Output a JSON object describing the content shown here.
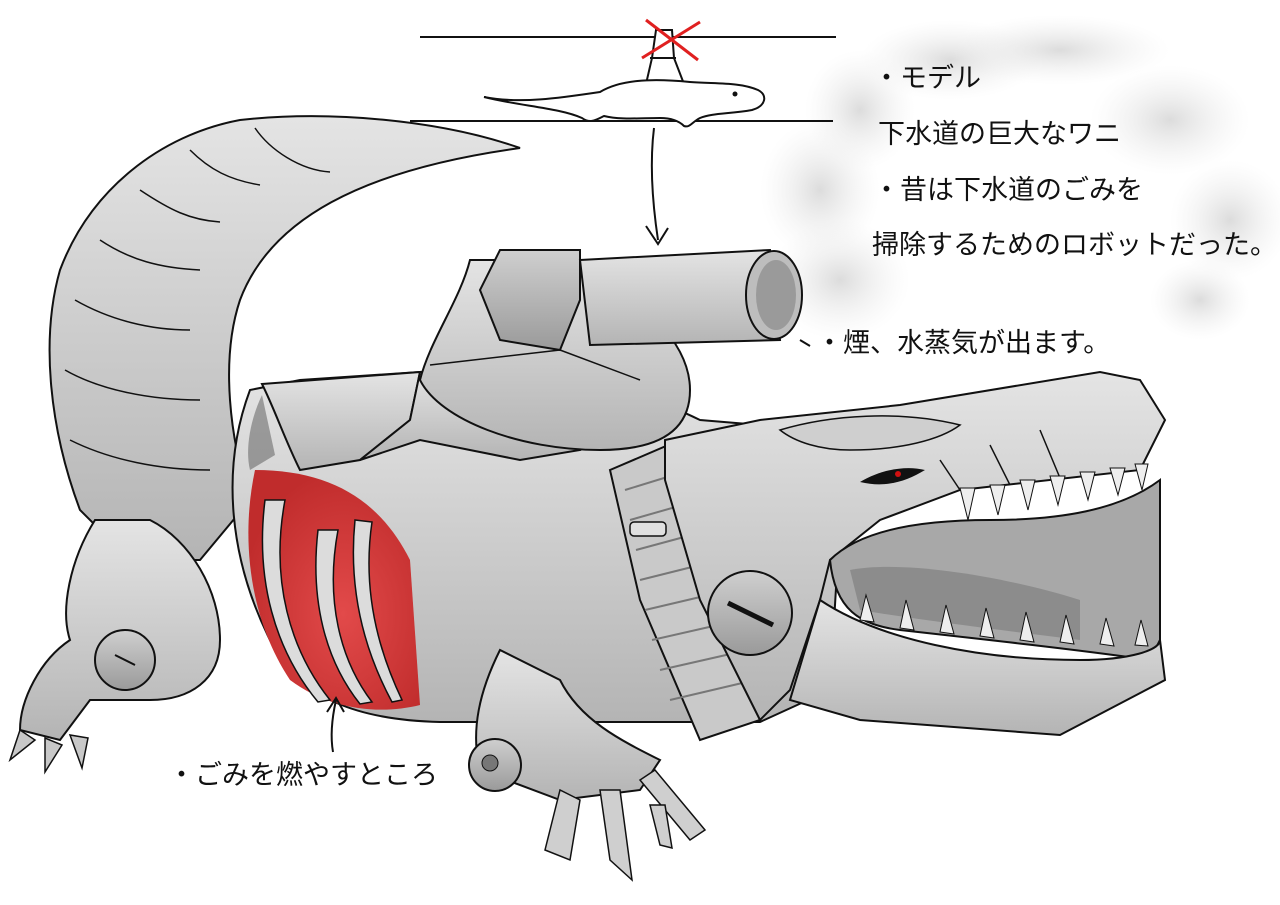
{
  "annotations": {
    "model_title": "・モデル",
    "model_desc": "下水道の巨大なワニ",
    "history_line1": "・昔は下水道のごみを",
    "history_line2": "掃除するためのロボットだった。",
    "smoke": "・煙、水蒸気が出ます。",
    "burner": "・ごみを燃やすところ"
  },
  "colors": {
    "ink": "#111111",
    "metal_light": "#d9d9d9",
    "metal_mid": "#bdbdbd",
    "metal_dark": "#8f8f8f",
    "burner_red": "#d13a3a",
    "cross_red": "#e02020",
    "eye_red": "#d01010",
    "smoke": "#e6e6e6"
  },
  "icons": {
    "cross": "red-cross-mark",
    "arrow": "down-arrow"
  }
}
